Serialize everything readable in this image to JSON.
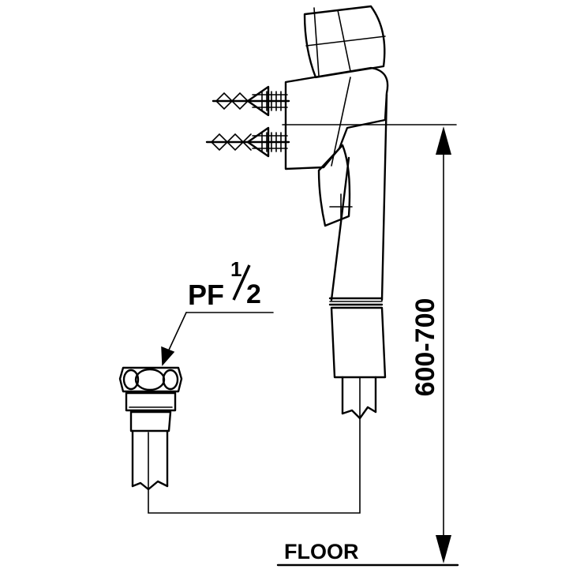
{
  "labels": {
    "thread_main": "PF",
    "thread_numerator": "1",
    "thread_denominator": "2",
    "height_dimension": "600-700",
    "floor": "FLOOR"
  },
  "colors": {
    "line": "#000000",
    "background": "#ffffff"
  }
}
